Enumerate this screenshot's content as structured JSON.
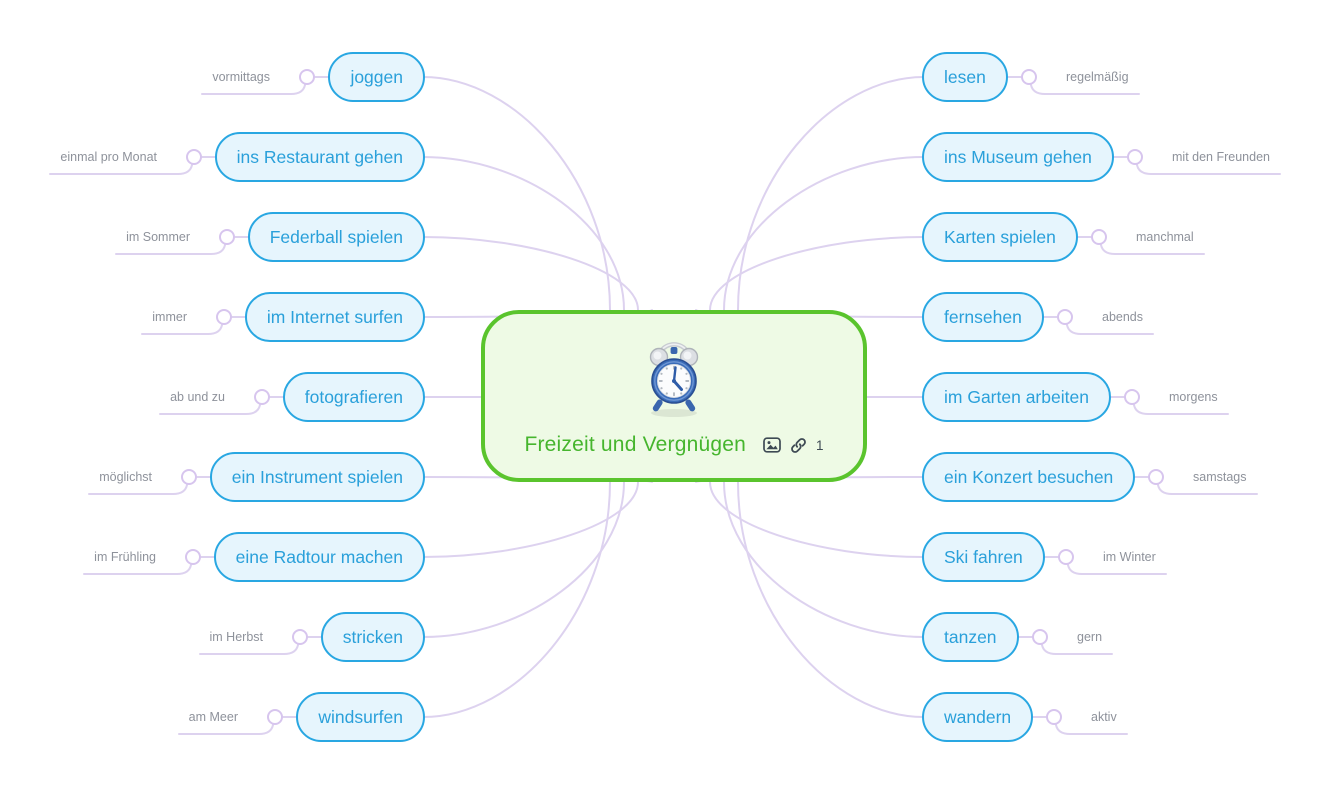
{
  "central": {
    "title": "Freizeit und Vergnügen",
    "image": "alarm-clock",
    "link_count": "1"
  },
  "left_branches": [
    {
      "topic": "joggen",
      "note": "vormittags"
    },
    {
      "topic": "ins Restaurant gehen",
      "note": "einmal pro Monat"
    },
    {
      "topic": "Federball spielen",
      "note": "im Sommer"
    },
    {
      "topic": "im Internet surfen",
      "note": "immer"
    },
    {
      "topic": "fotografieren",
      "note": "ab und zu"
    },
    {
      "topic": "ein Instrument spielen",
      "note": "möglichst"
    },
    {
      "topic": "eine Radtour machen",
      "note": "im Frühling"
    },
    {
      "topic": "stricken",
      "note": "im Herbst"
    },
    {
      "topic": "windsurfen",
      "note": "am Meer"
    }
  ],
  "right_branches": [
    {
      "topic": "lesen",
      "note": "regelmäßig"
    },
    {
      "topic": "ins Museum gehen",
      "note": "mit den Freunden"
    },
    {
      "topic": "Karten spielen",
      "note": "manchmal"
    },
    {
      "topic": "fernsehen",
      "note": "abends"
    },
    {
      "topic": "im Garten arbeiten",
      "note": "morgens"
    },
    {
      "topic": "ein Konzert besuchen",
      "note": "samstags"
    },
    {
      "topic": "Ski fahren",
      "note": "im Winter"
    },
    {
      "topic": "tanzen",
      "note": "gern"
    },
    {
      "topic": "wandern",
      "note": "aktiv"
    }
  ],
  "colors": {
    "node_border": "#29a7e2",
    "node_fill": "#e6f5fd",
    "node_text": "#2aa0da",
    "central_border": "#5ac42d",
    "central_fill": "#eefae5",
    "central_text": "#46b52e",
    "branch_line": "#ddd2ef",
    "note_text": "#8e929b"
  }
}
